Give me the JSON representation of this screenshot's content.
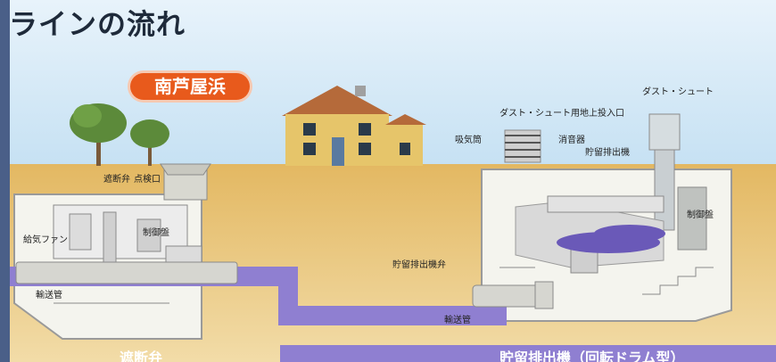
{
  "header": {
    "title": "ラインの流れ"
  },
  "location_badge": "南芦屋浜",
  "labels": {
    "dust_chute": "ダスト・シュート",
    "dust_chute_inlet": "ダスト・シュート用地上投入口",
    "exhaust_fan_room": "吸気筒",
    "deodorizer": "消音器",
    "storage_discharger": "貯留排出機",
    "shutoff_valve": "遮断弁",
    "inspection_port": "点検口",
    "intake_fan": "給気ファン",
    "transport_pipe_left": "輸送管",
    "transport_pipe_right": "輸送管",
    "storage_valve": "貯留排出機弁",
    "control_panel_left": "制御盤",
    "control_panel_right": "制御盤"
  },
  "bottom_captions": {
    "left": "遮断弁",
    "right": "貯留排出機（回転ドラム型）"
  },
  "colors": {
    "sky": "#cfe6f6",
    "ground": "#e9c77a",
    "pipe": "#8f7fd1",
    "badge": "#e85a1c",
    "left_bar": "#4a5f88"
  }
}
